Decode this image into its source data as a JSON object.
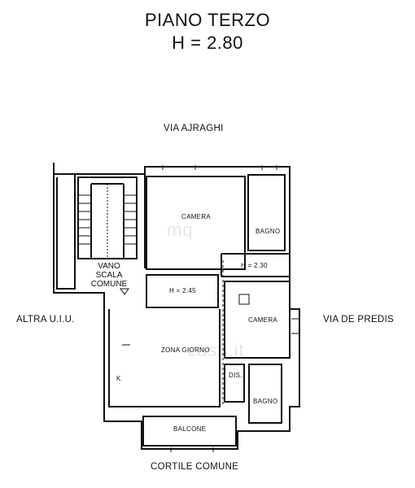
{
  "header": {
    "floor_title": "PIANO TERZO",
    "height_label": "H = 2.80"
  },
  "streets": {
    "top": "VIA AJRAGHI",
    "left": "ALTRA U.I.U.",
    "right": "VIA DE PREDIS",
    "bottom": "CORTILE COMUNE"
  },
  "rooms": {
    "camera_1": "CAMERA",
    "bagno_1": "BAGNO",
    "h_230": "H = 2.30",
    "h_245": "H = 2.45",
    "camera_2": "CAMERA",
    "zona_giorno": "ZONA GIORNO",
    "dis": "DIS.",
    "bagno_2": "BAGNO",
    "balcone": "BALCONE",
    "k": "K"
  },
  "stair": {
    "line1": "VANO",
    "line2": "SCALA",
    "line3": "COMUNE"
  },
  "watermarks": {
    "top": "mq",
    "center": "casa.it"
  }
}
